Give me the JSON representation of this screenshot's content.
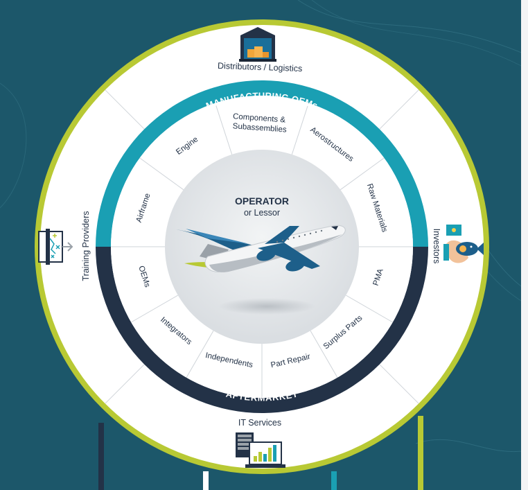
{
  "center": {
    "title": "OPERATOR",
    "subtitle": "or Lessor"
  },
  "bands": {
    "top": "MANUFACTURING OEMs",
    "bottom": "AFTERMARKET"
  },
  "manufacturing_segments": [
    {
      "id": "engine",
      "lines": [
        "Engine"
      ]
    },
    {
      "id": "components-subassemblies",
      "lines": [
        "Components &",
        "Subassemblies"
      ]
    },
    {
      "id": "aerostructures",
      "lines": [
        "Aerostructures"
      ]
    },
    {
      "id": "raw-materials",
      "lines": [
        "Raw Materials"
      ]
    },
    {
      "id": "airframe",
      "lines": [
        "Airframe"
      ]
    }
  ],
  "aftermarket_segments": [
    {
      "id": "oems",
      "lines": [
        "OEMs"
      ]
    },
    {
      "id": "integrators",
      "lines": [
        "Integrators"
      ]
    },
    {
      "id": "independents",
      "lines": [
        "Independents"
      ]
    },
    {
      "id": "part-repair",
      "lines": [
        "Part Repair"
      ]
    },
    {
      "id": "surplus-parts",
      "lines": [
        "Surplus Parts"
      ]
    },
    {
      "id": "pma",
      "lines": [
        "PMA"
      ]
    }
  ],
  "outer_labels": [
    {
      "id": "distributors-logistics",
      "text": "Distributors / Logistics",
      "icon": "warehouse-icon"
    },
    {
      "id": "investors",
      "text": "Investors",
      "icon": "investor-hand-icon"
    },
    {
      "id": "it-services",
      "text": "IT Services",
      "icon": "computer-chart-icon"
    },
    {
      "id": "training-providers",
      "text": "Training Providers",
      "icon": "strategy-board-icon"
    }
  ],
  "colors": {
    "background": "#1e4a5f",
    "outer_ring": "#b8c934",
    "manufacturing_band": "#1a9fb3",
    "aftermarket_band": "#233247",
    "segment_fill": "#ffffff",
    "center_fill": "#e3e6e9",
    "text": "#233247"
  }
}
